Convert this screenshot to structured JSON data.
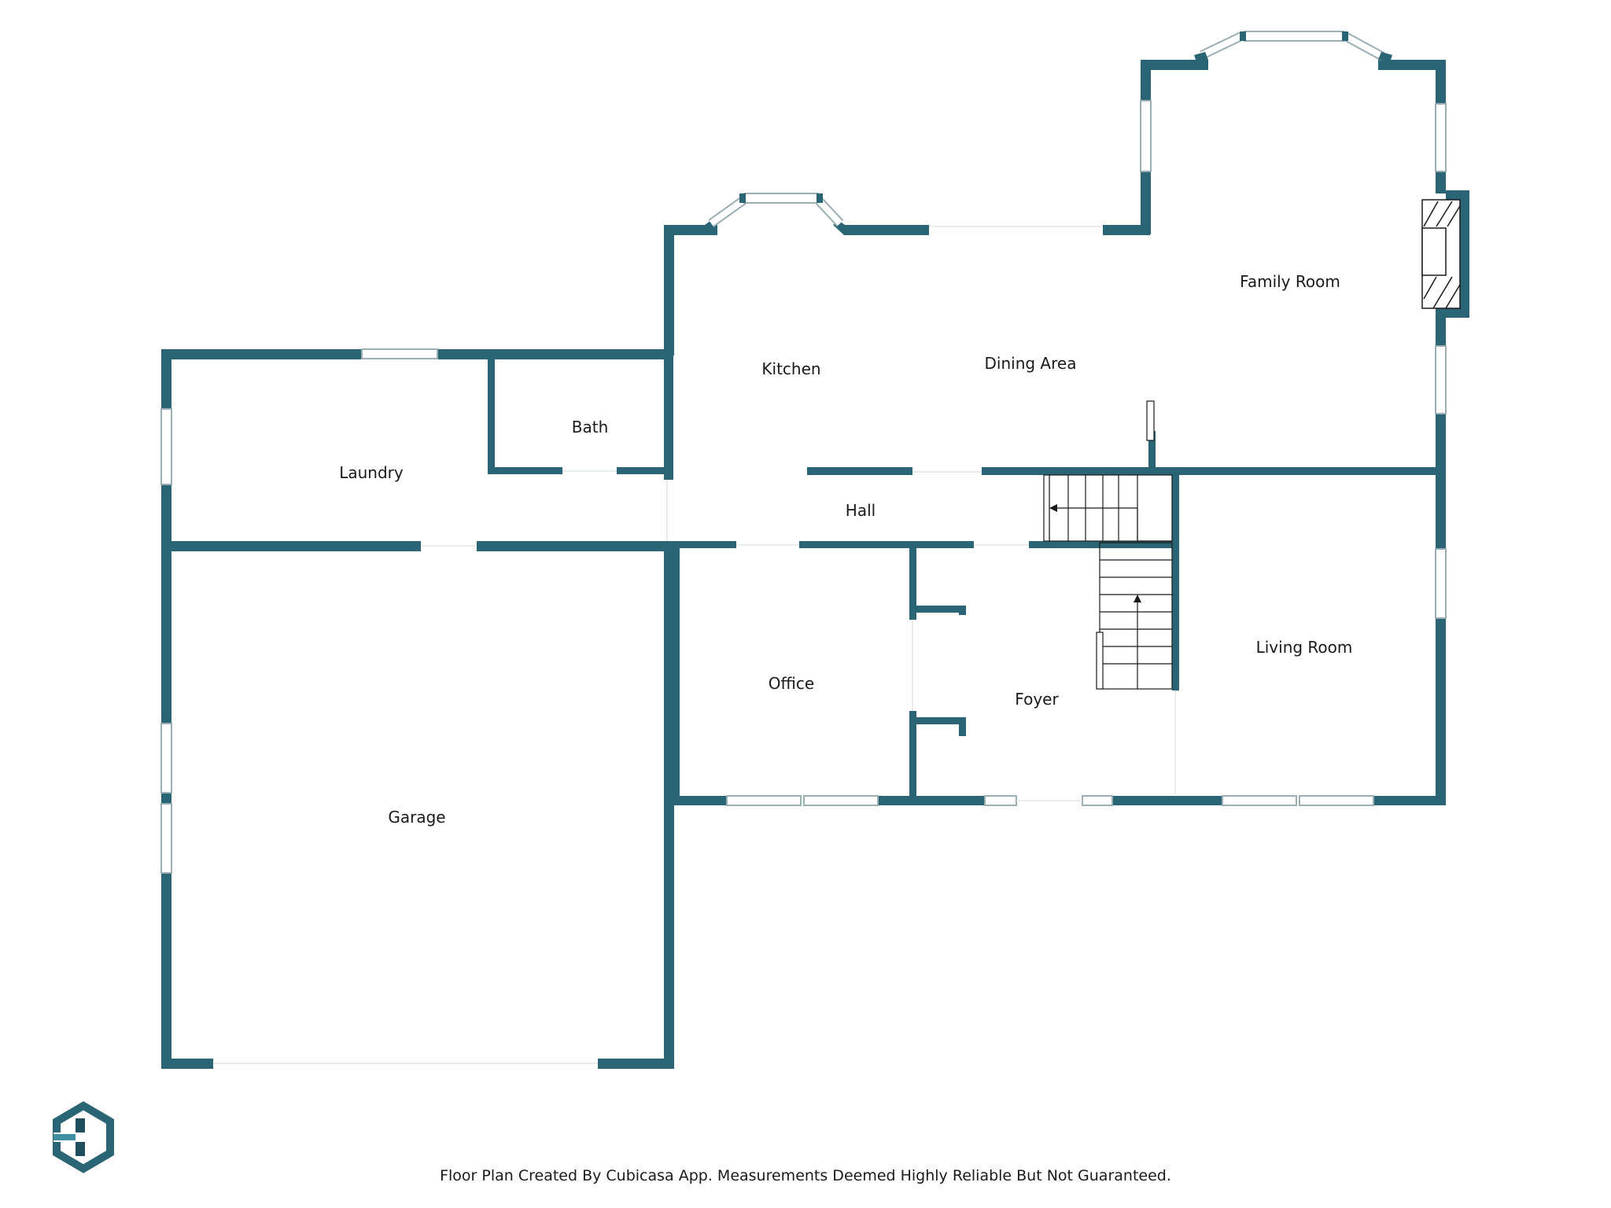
{
  "colors": {
    "wall": "#2a6576",
    "window": "#d6e1e4",
    "line": "#1a1a1a",
    "background": "#ffffff"
  },
  "rooms": {
    "family_room": "Family Room",
    "kitchen": "Kitchen",
    "dining_area": "Dining Area",
    "bath": "Bath",
    "laundry": "Laundry",
    "hall": "Hall",
    "office": "Office",
    "foyer": "Foyer",
    "living_room": "Living Room",
    "garage": "Garage"
  },
  "footer": {
    "disclaimer": "Floor Plan Created By Cubicasa App. Measurements Deemed Highly Reliable But Not Guaranteed."
  },
  "logo": {
    "icon": "cubicasa-hexagon-logo-icon"
  }
}
